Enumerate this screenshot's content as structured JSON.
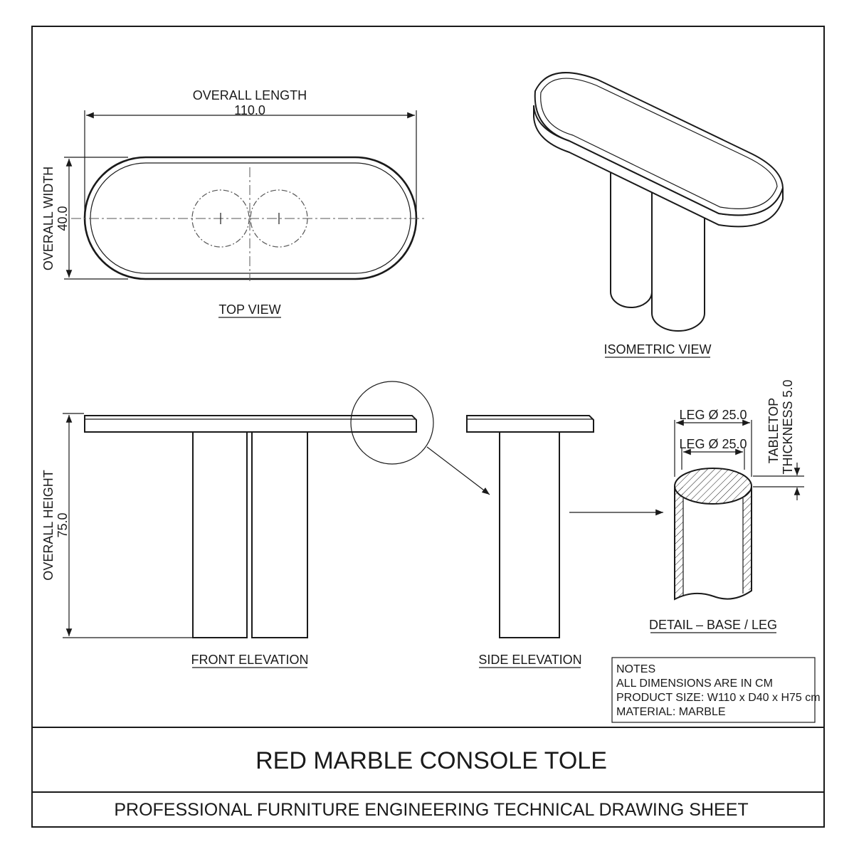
{
  "views": {
    "top": "TOP VIEW",
    "isometric": "ISOMETRIC VIEW",
    "front": "FRONT ELEVATION",
    "side": "SIDE ELEVATION",
    "detail": "DETAIL – BASE / LEG"
  },
  "dimensions": {
    "length_label": "OVERALL LENGTH",
    "length_value": "110.0",
    "width_label": "OVERALL WIDTH",
    "width_value": "40.0",
    "height_label": "OVERALL HEIGHT",
    "height_value": "75.0",
    "leg_outer": "LEG Ø 25.0",
    "leg_inner": "LEG Ø 25.0",
    "tabletop_label": "TABLETOP",
    "tabletop_value": "THICKNESS 5.0"
  },
  "notes": {
    "heading": "NOTES",
    "line1": "ALL DIMENSIONS ARE IN CM",
    "line2": "PRODUCT SIZE: W110 x D40 x H75 cm",
    "line3": "MATERIAL: MARBLE"
  },
  "title_block": {
    "title": "RED MARBLE CONSOLE TOLE",
    "subtitle": "PROFESSIONAL FURNITURE ENGINEERING TECHNICAL DRAWING SHEET"
  }
}
